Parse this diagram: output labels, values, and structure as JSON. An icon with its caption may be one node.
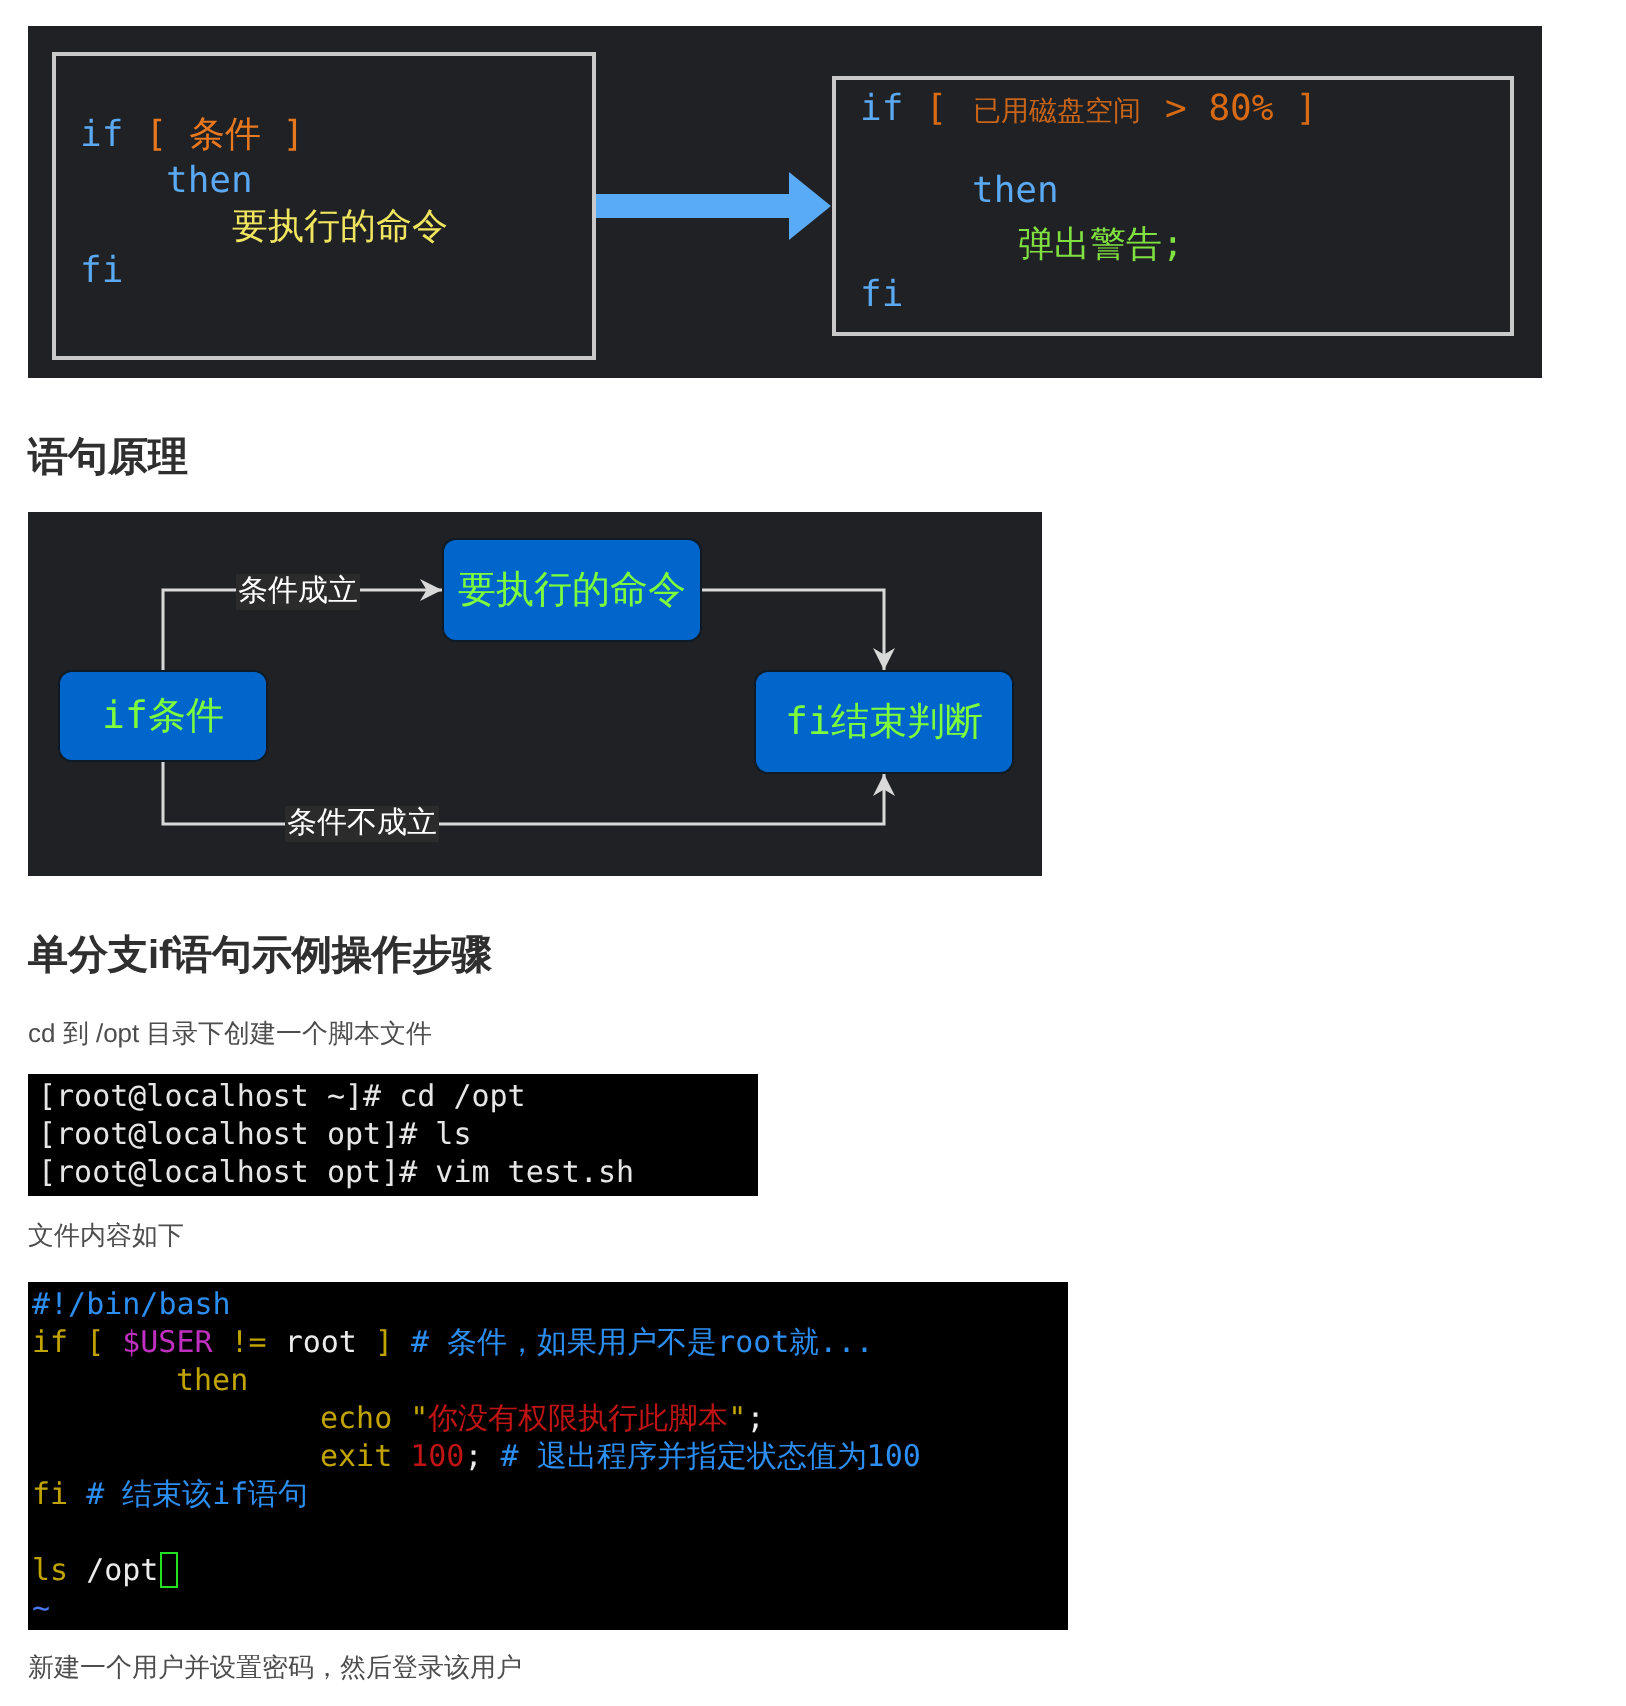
{
  "diagram": {
    "nodes": [
      {
        "text": [
          "if",
          "[ 条件 ]",
          "then",
          "要执行的命令",
          "fi"
        ]
      },
      {
        "text": [
          "if",
          "[",
          "已用磁盘空间",
          "> 80%",
          "]",
          "then",
          "弹出警告;",
          "fi"
        ]
      },
      {
        "text": [
          "if条件"
        ]
      },
      {
        "text": [
          "要执行的命令"
        ]
      },
      {
        "text": [
          "fi结束判断"
        ]
      },
      {
        "text": [
          "[root@localhost ~]# cd /opt",
          "[root@localhost opt]# ls",
          "[root@localhost opt]# vim test.sh"
        ]
      },
      {
        "text": [
          "#!/bin/bash",
          "if [",
          "$USER",
          "!=",
          "root",
          "]",
          "# 条件，如果用户不是root就...",
          "then",
          "echo",
          "\"",
          "你没有权限执行此脚本",
          "\"",
          ";",
          "exit",
          "100",
          ";",
          "# 退出程序并指定状态值为100",
          "fi",
          "# 结束该if语句",
          "ls",
          "/opt",
          "~"
        ]
      }
    ],
    "edges": [
      {
        "from": 0,
        "to": 1,
        "arrow": "to",
        "style": "thick",
        "color": "#5aabf7"
      },
      {
        "from": 2,
        "to": 3,
        "arrow": "to",
        "label": "条件成立"
      },
      {
        "from": 3,
        "to": 4,
        "arrow": "to"
      },
      {
        "from": 2,
        "to": 4,
        "arrow": "to",
        "label": "条件不成立"
      }
    ],
    "labels": [
      "语句原理",
      "单分支if语句示例操作步骤",
      "cd 到 /opt 目录下创建一个脚本文件",
      "文件内容如下",
      "新建一个用户并设置密码，然后登录该用户"
    ]
  }
}
